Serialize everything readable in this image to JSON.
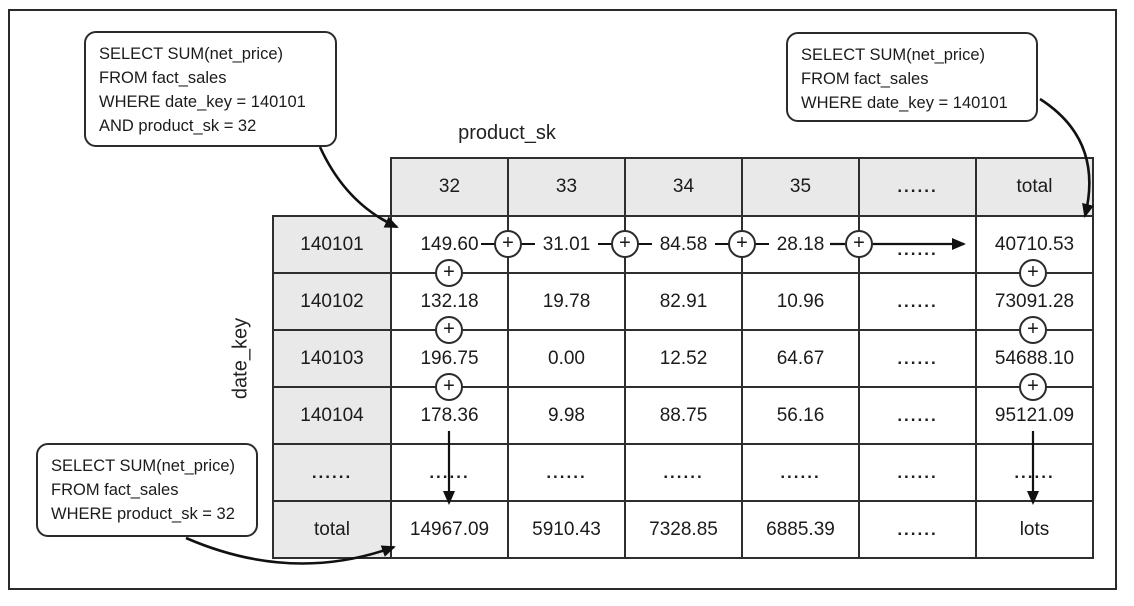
{
  "figure": {
    "col_axis_label": "product_sk",
    "row_axis_label": "date_key",
    "plus_symbol": "+"
  },
  "callouts": {
    "top_left": {
      "lines": [
        "SELECT SUM(net_price)",
        "FROM fact_sales",
        "WHERE date_key = 140101",
        "AND product_sk = 32"
      ]
    },
    "top_right": {
      "lines": [
        "SELECT SUM(net_price)",
        "FROM fact_sales",
        "WHERE date_key = 140101"
      ]
    },
    "bottom_left": {
      "lines": [
        "SELECT SUM(net_price)",
        "FROM fact_sales",
        "WHERE product_sk = 32"
      ]
    }
  },
  "table": {
    "column_headers": [
      "32",
      "33",
      "34",
      "35",
      "......",
      "total"
    ],
    "row_headers": [
      "140101",
      "140102",
      "140103",
      "140104",
      "......",
      "total"
    ],
    "rows": [
      [
        "149.60",
        "31.01",
        "84.58",
        "28.18",
        "......",
        "40710.53"
      ],
      [
        "132.18",
        "19.78",
        "82.91",
        "10.96",
        "......",
        "73091.28"
      ],
      [
        "196.75",
        "0.00",
        "12.52",
        "64.67",
        "......",
        "54688.10"
      ],
      [
        "178.36",
        "9.98",
        "88.75",
        "56.16",
        "......",
        "95121.09"
      ],
      [
        "......",
        "......",
        "......",
        "......",
        "......",
        "......"
      ],
      [
        "14967.09",
        "5910.43",
        "7328.85",
        "6885.39",
        "......",
        "lots"
      ]
    ]
  },
  "colors": {
    "header_bg": "#e9e9e9",
    "border": "#2e2e2e",
    "text": "#1b1b1b"
  }
}
